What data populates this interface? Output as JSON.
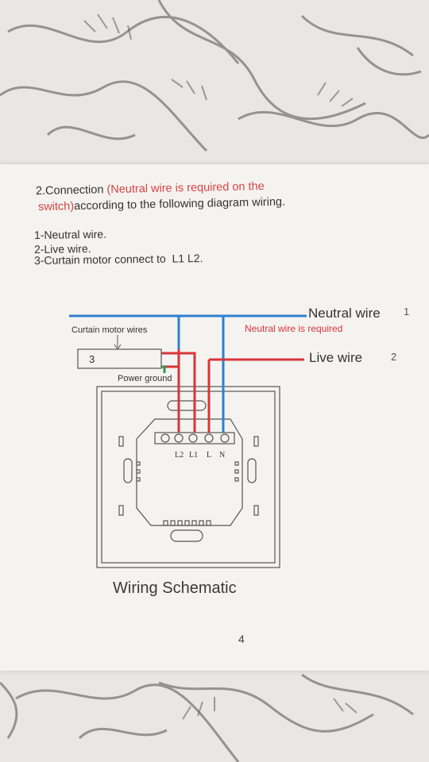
{
  "instructions": {
    "heading_prefix": "2.Connection ",
    "heading_red": "(Neutral wire is required on the",
    "heading_red_cont": "switch)",
    "heading_rest": "according to the following diagram wiring.",
    "items": [
      "1-Neutral  wire.",
      "2-Live wire.",
      "3-Curtain  motor  connect  to"
    ],
    "item3_suffix": "L1 L2."
  },
  "diagram": {
    "curtain_label": "Curtain motor wires",
    "box_label": "3",
    "power_ground": "Power ground",
    "neutral_label": "Neutral wire",
    "neutral_num": "1",
    "neutral_required": "Neutral wire is required",
    "live_label": "Live wire",
    "live_num": "2",
    "terminals": [
      "L2",
      "L1",
      "L",
      "N"
    ]
  },
  "colors": {
    "neutral": "#2f7fd0",
    "live": "#d9343a",
    "ground": "#2e9a46",
    "outline": "#555555"
  },
  "caption": "Wiring Schematic",
  "page_number": "4"
}
